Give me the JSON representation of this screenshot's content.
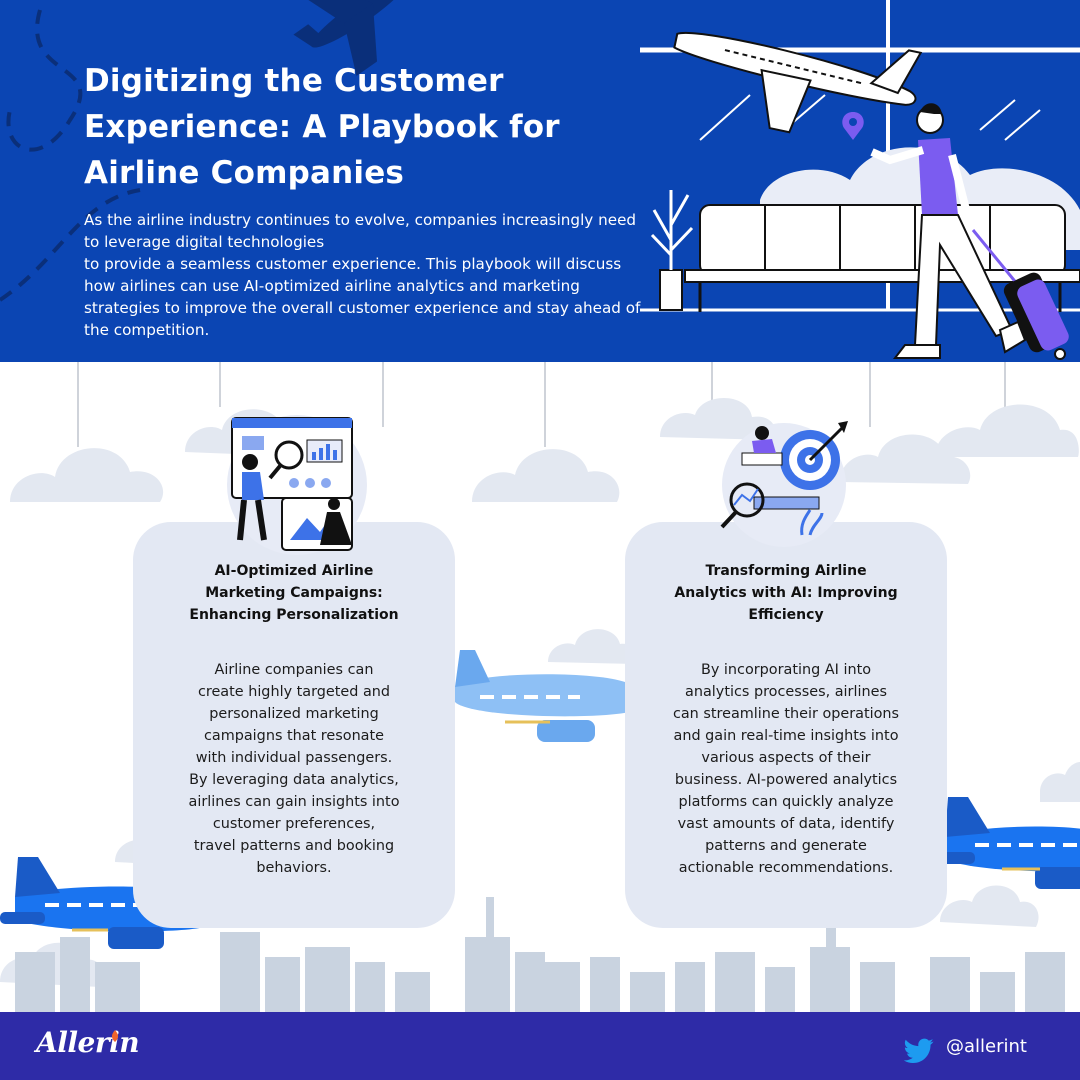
{
  "header": {
    "title_lines": [
      "Digitizing the Customer",
      "Experience: A Playbook for",
      "Airline Companies"
    ],
    "intro_lines": [
      "As the airline industry continues to evolve, companies increasingly need",
      "to leverage digital technologies",
      "to provide a seamless customer experience. This playbook will discuss",
      "how airlines can use AI-optimized airline analytics and marketing",
      "strategies to improve the overall customer experience and stay ahead of",
      "the competition."
    ]
  },
  "cards": [
    {
      "title_lines": [
        "AI-Optimized Airline",
        "Marketing Campaigns:",
        "Enhancing Personalization"
      ],
      "body_lines": [
        "Airline companies can",
        "create highly targeted and",
        "personalized marketing",
        "campaigns that resonate",
        "with individual passengers.",
        "By leveraging data analytics,",
        "airlines can gain insights into",
        "customer preferences,",
        "travel patterns and booking",
        "behaviors."
      ]
    },
    {
      "title_lines": [
        "Transforming Airline",
        "Analytics with AI: Improving",
        "Efficiency"
      ],
      "body_lines": [
        "By incorporating AI into",
        "analytics processes, airlines",
        "can streamline their operations",
        "and gain real-time insights into",
        "various aspects of their",
        "business. AI-powered analytics",
        "platforms can quickly analyze",
        "vast amounts of data, identify",
        "patterns and generate",
        "actionable recommendations."
      ]
    }
  ],
  "footer": {
    "logo_text": "Allerin",
    "twitter_icon": "twitter-bird-icon",
    "handle": "@allerint"
  },
  "colors": {
    "header_bg": "#0b45b3",
    "footer_bg": "#2e2ba7",
    "card_bg": "#e3e8f3",
    "plane_blue": "#1a74f0",
    "accent_purple": "#7b5cf0"
  }
}
